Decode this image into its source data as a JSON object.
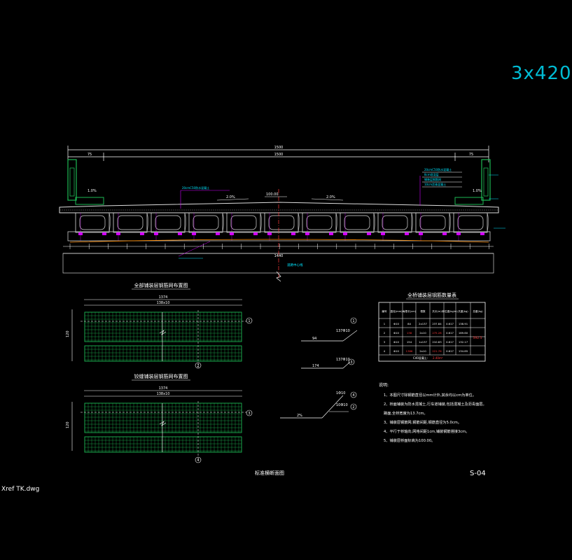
{
  "sheet": {
    "scale_label": "3x420",
    "xref_file": "Xref TK.dwg",
    "drawing_number": "S-04",
    "drawing_title": "标准横断面图"
  },
  "cross_section": {
    "top_dim_overall": "1500",
    "top_dim_inner": "1500",
    "top_dim_left": "75",
    "top_dim_right": "75",
    "slope_left": "1.0%",
    "slope_right": "1.0%",
    "slope_mid_left": "2.0%",
    "slope_mid_right": "2.0%",
    "crown_label": "100.00",
    "bottom_dim_overall": "1440",
    "centerline_label": "道路中心线",
    "callouts": [
      "20cmC50防水混凝土",
      "8cm现浇层",
      "铺装层钢筋网",
      "10cm沥青混凝土"
    ]
  },
  "mesh_plan_1": {
    "title": "全部铺装层钢筋网布置图",
    "dim_top": "1374",
    "dim_sub": "138x10",
    "dim_side": "120"
  },
  "mesh_plan_2": {
    "title": "铰缝铺装层钢筋网布置图",
    "dim_top": "1374",
    "dim_sub": "138x10",
    "dim_side": "120"
  },
  "rebar_details": {
    "d1_label": "137Φ10",
    "d1_len": "94",
    "d2_label": "137Φ10",
    "d2_len": "174",
    "d3_labels": [
      "1Φ10",
      "10Φ10"
    ],
    "d3_len": "2%"
  },
  "table": {
    "title": "全桥铺装层钢筋数量表",
    "headers": [
      "编号",
      "直径(mm)",
      "每根长(cm)",
      "根数",
      "共长(m)",
      "单位重(kg/m)",
      "共重(kg)",
      "总重(kg)"
    ],
    "rows": [
      [
        "1",
        "Φ10",
        "84",
        "2x137",
        "237.84",
        "0.617",
        "138.91"
      ],
      [
        "2",
        "Φ10",
        "138",
        "2x10",
        "275.28",
        "0.617",
        "169.60"
      ],
      [
        "3",
        "Φ10",
        "154",
        "1x137",
        "210.83",
        "0.617",
        "132.17"
      ],
      [
        "4",
        "Φ10",
        "1386",
        "2x10",
        "221.76",
        "0.617",
        "134.85"
      ]
    ],
    "total": "592.5",
    "note": "C40混凝土:",
    "note_value": "2.40m³"
  },
  "notes": {
    "heading": "说明:",
    "items": [
      "1、本图尺寸除钢筋直径以mm计外,其余均以cm为单位。",
      "2、桥面铺装为防水混凝土,行车道铺装,包括混凝土及沥青面层。",
      "   路面,全桥宽度为13.7cm。",
      "3、铺装层钢筋网,钢筋间距,钢筋直径为5.0cm。",
      "4、平行于桥轴向,网格间距1cm,铺装钢筋搭接3cm。",
      "5、铺装层桥面标高为100.00。"
    ]
  }
}
